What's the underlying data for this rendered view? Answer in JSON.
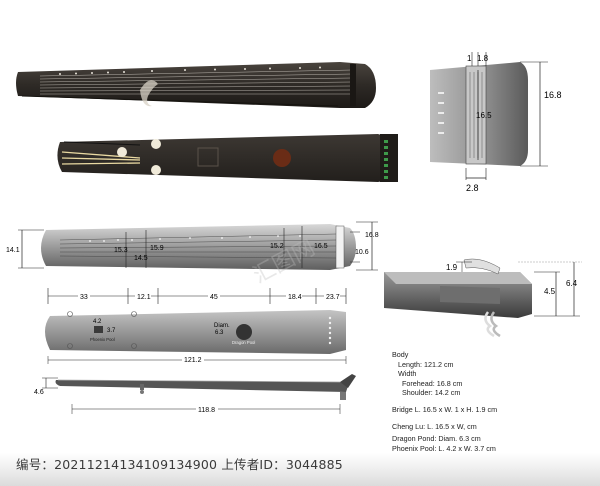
{
  "dimensions": {
    "end_view": {
      "width_small": "1",
      "width_small2": "1.8",
      "inner": "16.5",
      "height": "16.8",
      "bottom": "2.8"
    },
    "top_view": {
      "left_height": "14.1",
      "h1": "15.3",
      "h2": "14.5",
      "h3": "15.9",
      "h4": "15.2",
      "h5": "16.5",
      "right_height": "16.8",
      "right_inner": "10.6"
    },
    "segments": {
      "s1": "33",
      "s2": "12.1",
      "s3": "45",
      "s4": "18.4",
      "s5": "23.7"
    },
    "bottom_view": {
      "phoenix_l": "4.2",
      "phoenix_w": "3.7",
      "phoenix_label": "Phoenix Pool",
      "dragon_label": "Diam.",
      "dragon_value": "6.3",
      "dragon_name": "Dragon Pool",
      "total": "121.2"
    },
    "side_view": {
      "left_h": "4.6",
      "total": "118.8"
    },
    "bridge_detail": {
      "top": "1.9",
      "h1": "4.5",
      "h2": "6.4"
    }
  },
  "specs": {
    "body": "Body",
    "length": "Length: 121.2  cm",
    "width": "Width",
    "forehead": "Forehead: 16.8 cm",
    "shoulder": "Shoulder:  14.2 cm",
    "bridge": "Bridge L. 16.5  x W. 1   x H. 1.9   cm",
    "cheng_lu": "Cheng Lu: L. 16.5  x W,   cm",
    "dragon_pond": "Dragon Pond: Diam. 6.3 cm",
    "phoenix_pool": "Phoenix Pool:  L. 4.2  x W. 3.7 cm"
  },
  "footer": {
    "text": "编号：20211214134109134900 上传者ID：3044885"
  },
  "watermark": "汇图网",
  "colors": {
    "wood_dark": "#2e2a26",
    "metal": "#8c8c8c",
    "line": "#222222"
  }
}
